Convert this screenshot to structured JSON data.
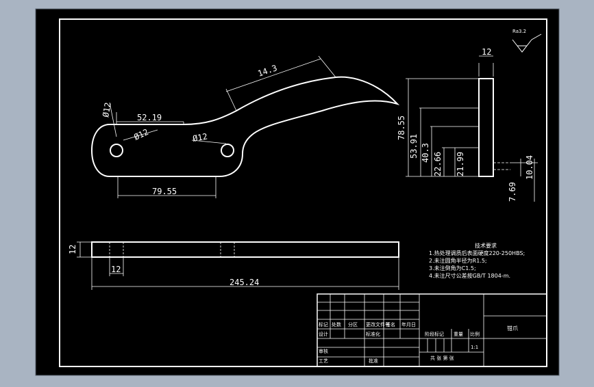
{
  "drawing": {
    "roughness": "Ra3.2",
    "part_name": "钳爪",
    "scale": "1:1",
    "dimensions": {
      "hole_dia": "Ø12",
      "top_len": "52.19",
      "hole_dia_1": "Ø12",
      "hole_dia_2": "Ø12",
      "curve_len": "14.3",
      "bottom_len": "79.55",
      "thickness_top": "12",
      "v1": "78.55",
      "v2": "53.91",
      "v3": "40.3",
      "v4": "22.66",
      "v5": "21.99",
      "v6": "10.04",
      "v7": "7.69",
      "bar_height": "12",
      "bar_hole_offset": "12",
      "bar_length": "245.24"
    },
    "tech_requirements": {
      "title": "技术要求",
      "items": [
        "1.热处理调质后表面硬度220-250HBS;",
        "2.未注圆角半径为R1.5;",
        "3.未注倒角为C1.5;",
        "4.未注尺寸公差按GB/T 1804-m."
      ]
    },
    "title_block": {
      "row_labels": [
        "标记",
        "处数",
        "分区",
        "更改文件号",
        "签名",
        "年月日"
      ],
      "designer": "设计",
      "standardize": "标准化",
      "stage": "阶段标记",
      "weight": "重量",
      "scale_label": "比例",
      "review": "审核",
      "process": "工艺",
      "approve": "批准",
      "sheet": "共 张 第 张"
    }
  }
}
